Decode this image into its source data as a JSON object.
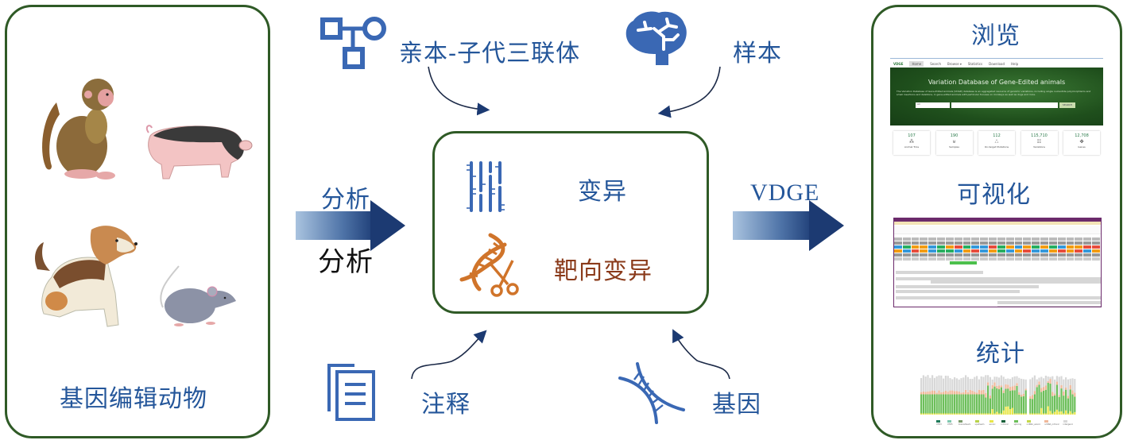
{
  "left_panel": {
    "title": "基因编辑动物",
    "animals": [
      "monkey",
      "pig",
      "dog",
      "mouse"
    ]
  },
  "inputs": {
    "trio": {
      "label": "亲本-子代三联体",
      "icon": "pedigree-icon"
    },
    "sample": {
      "label": "样本",
      "icon": "brain-icon"
    },
    "annotation": {
      "label": "注释",
      "icon": "document-icon"
    },
    "gene": {
      "label": "基因",
      "icon": "dna-icon"
    }
  },
  "analysis_arrow": {
    "label_top": "分析",
    "label_bottom": "分析"
  },
  "center_panel": {
    "variation_label": "变异",
    "target_label": "靶向变异",
    "variation_icon": "chromosome-variation-icon",
    "target_icon": "dna-scissors-icon"
  },
  "vdge_arrow": {
    "label": "VDGE"
  },
  "right_panel": {
    "browse_title": "浏览",
    "visual_title": "可视化",
    "stats_title": "统计",
    "browse_thumb": {
      "logo": "VDGE",
      "nav": [
        "Home",
        "Search",
        "Browse ▾",
        "Statistics",
        "Download",
        "Help"
      ],
      "hero_title": "Variation Database of Gene-Edited animals",
      "hero_desc": "The Variation Database of Gene-Edited animals (VDGE) database is an aggregated resource of genomic variations, including single nucleotide polymorphisms and small insertions and deletions, in gene-edited animals with particular focuses on monkeys as well as dogs and mice.",
      "select_value": "All",
      "search_button": "SEARCH",
      "stats": [
        {
          "value": "107",
          "label": "Animal Trios",
          "icon": "trio-icon"
        },
        {
          "value": "190",
          "label": "Samples",
          "icon": "sample-icon"
        },
        {
          "value": "112",
          "label": "On-target Mutations",
          "icon": "mutation-icon"
        },
        {
          "value": "115,710",
          "label": "Variations",
          "icon": "variation-icon"
        },
        {
          "value": "12,708",
          "label": "Genes",
          "icon": "gene-icon"
        }
      ]
    },
    "stats_thumb": {
      "legend": [
        "UTR3",
        "UTR5",
        "downstream",
        "upstream",
        "exonic",
        "intronic",
        "splicing",
        "ncRNA_exonic",
        "ncRNA_intronic",
        "intergenic"
      ],
      "legend_colors": [
        "#1f7a5a",
        "#7fc8b0",
        "#7a9a6a",
        "#b8d24a",
        "#e8e64a",
        "#15603a",
        "#6cbf5a",
        "#c4d84a",
        "#f0b89a",
        "#d8d8d8"
      ]
    }
  },
  "colors": {
    "panel_border": "#2f5a26",
    "text_blue": "#24569a",
    "text_brown": "#8a3a1a",
    "icon_blue": "#3a68b4",
    "icon_orange": "#d0742a",
    "arrow_dark": "#1c3a72"
  }
}
